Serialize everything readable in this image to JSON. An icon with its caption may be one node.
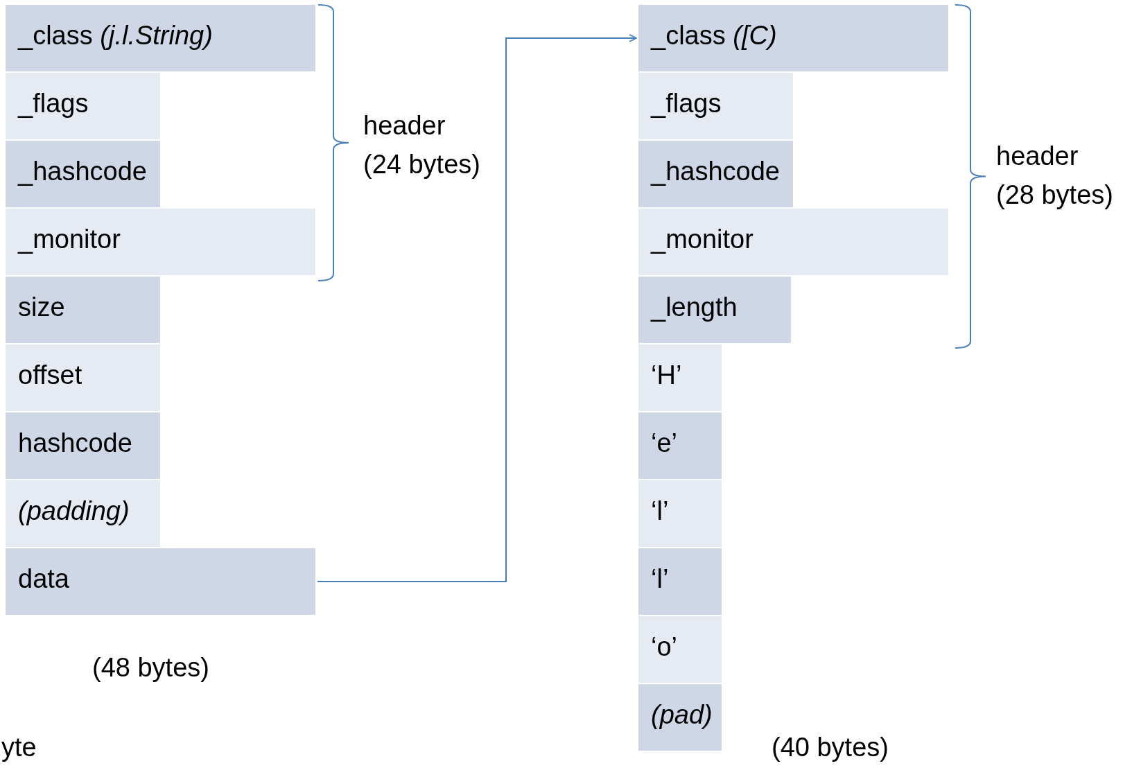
{
  "diagram": {
    "nodes": [
      {
        "text": [
          "_class *(j.l.String)*"
        ]
      },
      {
        "text": [
          "_flags"
        ]
      },
      {
        "text": [
          "_hashcode"
        ]
      },
      {
        "text": [
          "_monitor"
        ]
      },
      {
        "text": [
          "size"
        ]
      },
      {
        "text": [
          "offset"
        ]
      },
      {
        "text": [
          "hashcode"
        ]
      },
      {
        "text": [
          "(padding)"
        ]
      },
      {
        "text": [
          "data"
        ]
      },
      {
        "text": [
          "_class *([C)*"
        ]
      },
      {
        "text": [
          "_flags"
        ]
      },
      {
        "text": [
          "_hashcode"
        ]
      },
      {
        "text": [
          "_monitor"
        ]
      },
      {
        "text": [
          "_length"
        ]
      },
      {
        "text": [
          "‘H’"
        ]
      },
      {
        "text": [
          "‘e’"
        ]
      },
      {
        "text": [
          "‘l’"
        ]
      },
      {
        "text": [
          "‘l’"
        ]
      },
      {
        "text": [
          "‘o’"
        ]
      },
      {
        "text": [
          "(pad)"
        ]
      }
    ],
    "edges": [
      {
        "from": 8,
        "to": 9,
        "arrow": "to"
      }
    ],
    "labels": [
      "header (24 bytes)",
      "header (28 bytes)",
      "(48 bytes)",
      "yte",
      "(40 bytes)"
    ]
  }
}
